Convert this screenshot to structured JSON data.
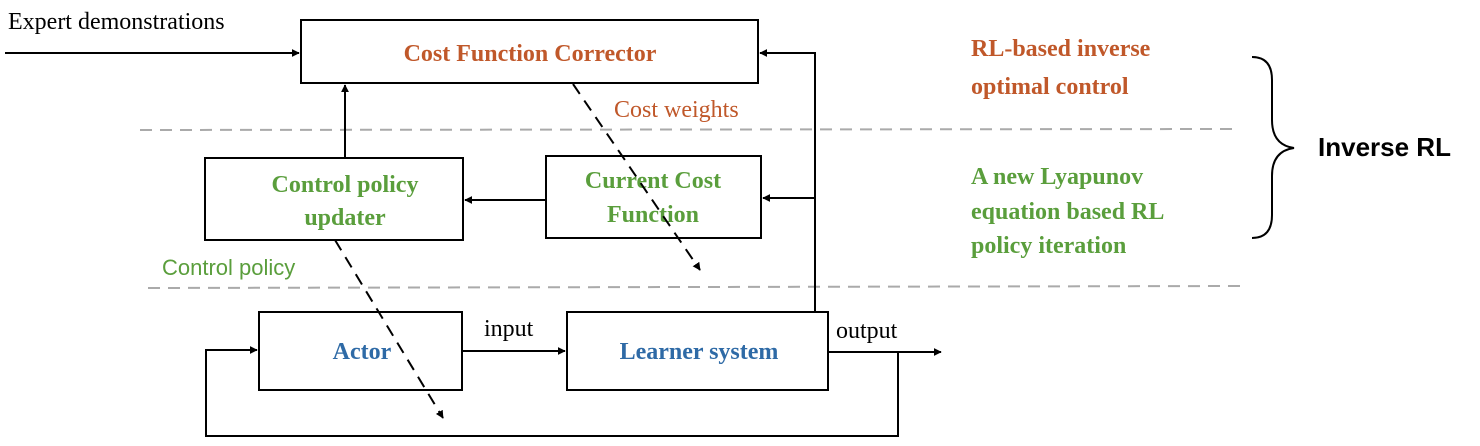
{
  "boxes": {
    "cost_corrector": "Cost Function Corrector",
    "policy_updater_line1": "Control policy",
    "policy_updater_line2": "updater",
    "current_cost_line1": "Current Cost",
    "current_cost_line2": "Function",
    "actor": "Actor",
    "learner": "Learner system"
  },
  "labels": {
    "expert_demonstrations": "Expert demonstrations",
    "cost_weights": "Cost weights",
    "control_policy": "Control policy",
    "input": "input",
    "output": "output"
  },
  "sections": {
    "ioc_line1": "RL-based inverse",
    "ioc_line2": "optimal control",
    "lyap_line1": "A new Lyapunov",
    "lyap_line2": "equation based RL",
    "lyap_line3": "policy iteration",
    "group_label": "Inverse RL"
  },
  "colors": {
    "orange": "#c0582a",
    "green": "#5a9e3c",
    "blue": "#2e6aa6",
    "separator": "#aaaaaa"
  }
}
